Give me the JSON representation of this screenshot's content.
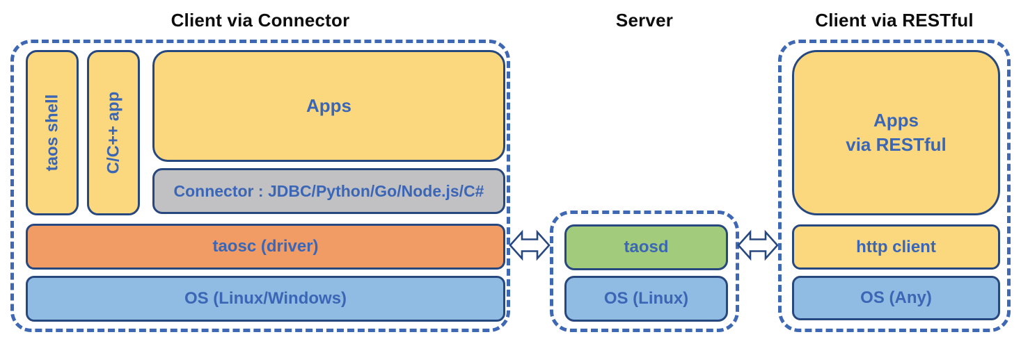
{
  "diagram": {
    "type": "architecture-diagram",
    "sections": {
      "client_connector": {
        "title": "Client via Connector",
        "boxes": {
          "taos_shell": "taos shell",
          "cpp_app": "C/C++ app",
          "apps": "Apps",
          "connector": "Connector : JDBC/Python/Go/Node.js/C#",
          "taosc": "taosc (driver)",
          "os": "OS (Linux/Windows)"
        }
      },
      "server": {
        "title": "Server",
        "boxes": {
          "taosd": "taosd",
          "os": "OS (Linux)"
        }
      },
      "client_restful": {
        "title": "Client via RESTful",
        "boxes": {
          "apps_line1": "Apps",
          "apps_line2": "via RESTful",
          "http_client": "http client",
          "os": "OS (Any)"
        }
      }
    },
    "connections": [
      {
        "from": "client_connector",
        "to": "server",
        "style": "double-headed-arrow"
      },
      {
        "from": "server",
        "to": "client_restful",
        "style": "double-headed-arrow"
      }
    ],
    "colors": {
      "box_yellow": "#fbd87e",
      "box_orange": "#f09c64",
      "box_blue": "#90bbe2",
      "box_green": "#a2cb7c",
      "box_gray": "#c1c1c3",
      "box_border": "#27477f",
      "dashed_border": "#3e68b3",
      "label_text": "#3b66b5",
      "title_text": "#0d0d0d",
      "background": "#ffffff"
    }
  }
}
